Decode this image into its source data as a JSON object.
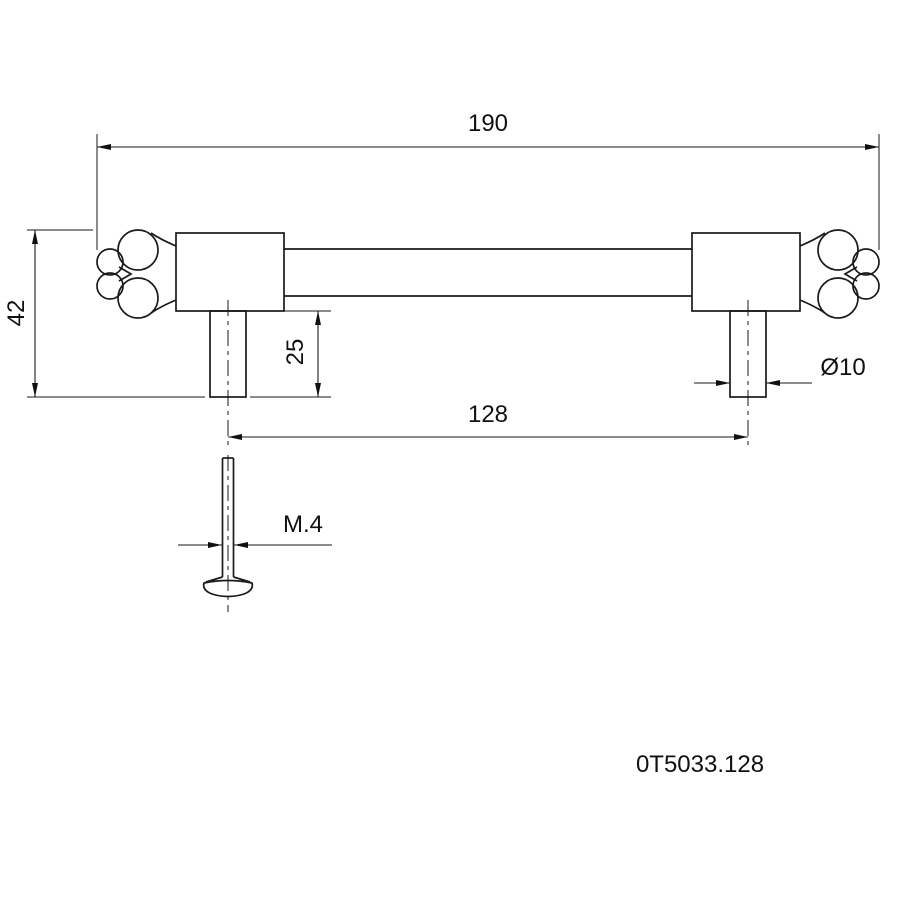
{
  "drawing": {
    "part_number": "0T5033.128",
    "dim_overall_length": "190",
    "dim_height": "42",
    "dim_post_length": "25",
    "dim_hole_spacing": "128",
    "dim_post_diameter": "Ø10",
    "dim_screw_thread": "M.4"
  }
}
